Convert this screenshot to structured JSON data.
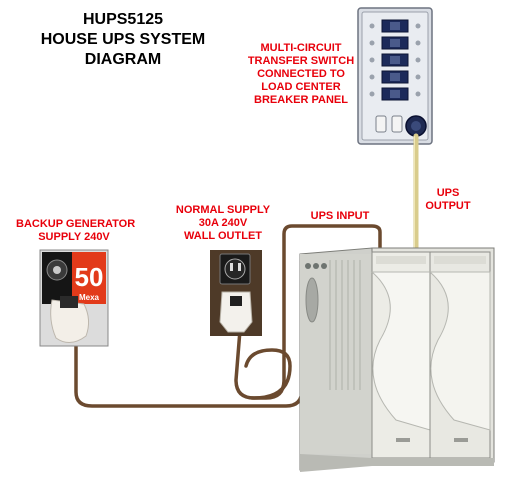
{
  "title": {
    "line1": "HUPS5125",
    "line2": "HOUSE UPS SYSTEM",
    "line3": "DIAGRAM"
  },
  "labels": {
    "transfer_switch": [
      "MULTI-CIRCUIT",
      "TRANSFER SWITCH",
      "CONNECTED TO",
      "LOAD CENTER",
      "BREAKER PANEL"
    ],
    "generator": [
      "BACKUP GENERATOR",
      "SUPPLY 240V"
    ],
    "normal_supply": [
      "NORMAL SUPPLY",
      "30A 240V",
      "WALL OUTLET"
    ],
    "ups_input": "UPS INPUT",
    "ups_output": [
      "UPS",
      "OUTPUT"
    ]
  },
  "generator_panel_text": {
    "big_number": "50",
    "brand": "Mexa"
  },
  "colors": {
    "label_red": "#e8000b",
    "cable_brown": "#6b4a2f",
    "output_cable": "#d9cc8c",
    "ups_body": "#d8d8d0"
  }
}
